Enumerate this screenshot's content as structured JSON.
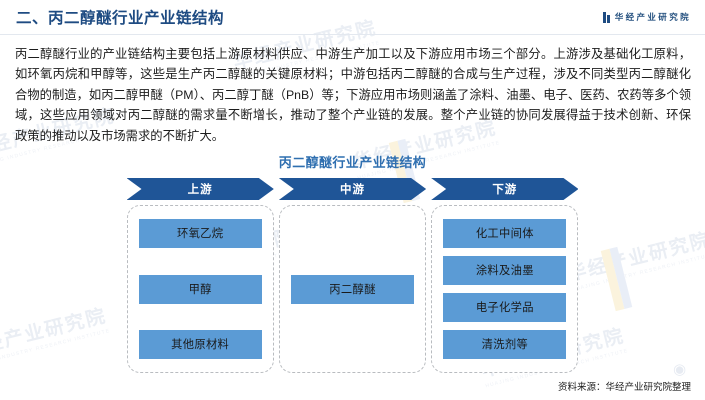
{
  "header": {
    "title": "二、丙二醇醚行业产业链结构",
    "brand_icon": "brand-bars-icon",
    "brand_text": "华经产业研究院",
    "title_color": "#1e4b82"
  },
  "intro": {
    "paragraph": "丙二醇醚行业的产业链结构主要包括上游原材料供应、中游生产加工以及下游应用市场三个部分。上游涉及基础化工原料，如环氧丙烷和甲醇等，这些是生产丙二醇醚的关键原材料；中游包括丙二醇醚的合成与生产过程，涉及不同类型丙二醇醚化合物的制造，如丙二醇甲醚（PM）、丙二醇丁醚（PnB）等；下游应用市场则涵盖了涂料、油墨、电子、医药、农药等多个领域，这些应用领域对丙二醇醚的需求量不断增长，推动了整个产业链的发展。整个产业链的协同发展得益于技术创新、环保政策的推动以及市场需求的不断扩大。"
  },
  "figure": {
    "title": "丙二醇醚行业产业链结构",
    "title_color": "#2f6fb0",
    "chevron_color": "#1f5597",
    "node_color": "#5b9bd5",
    "stages": [
      {
        "label": "上游",
        "nodes": [
          "环氧乙烷",
          "甲醇",
          "其他原材料"
        ]
      },
      {
        "label": "中游",
        "nodes": [
          "丙二醇醚"
        ]
      },
      {
        "label": "下游",
        "nodes": [
          "化工中间体",
          "涂料及油墨",
          "电子化学品",
          "清洗剂等"
        ]
      }
    ]
  },
  "footer": {
    "source": "资料来源：华经产业研究院整理"
  },
  "watermark": {
    "text": "华经产业研究院",
    "subtext": "HUAJING INDUSTRY RESEARCH INSTITUTE",
    "weibo_icon": "weibo-icon"
  }
}
